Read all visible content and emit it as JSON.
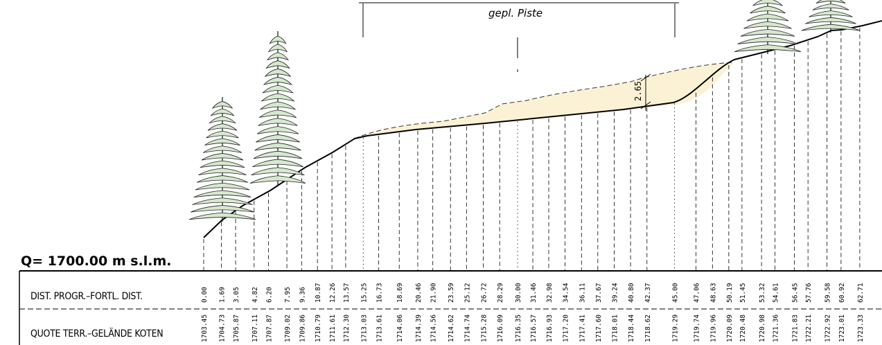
{
  "section": {
    "piste_label": "gepl. Piste",
    "height_label": "2.65"
  },
  "table": {
    "reference": "Q= 1700.00 m s.l.m.",
    "row1_label": "DIST. PROGR.–FORTL. DIST.",
    "row2_label": "QUOTE TERR.–GELÄNDE KOTEN"
  },
  "stations": [
    {
      "dist": "0.00",
      "elev": "1703.45"
    },
    {
      "dist": "1.69",
      "elev": "1704.73"
    },
    {
      "dist": "3.05",
      "elev": "1705.87"
    },
    {
      "dist": "4.82",
      "elev": "1707.11"
    },
    {
      "dist": "6.20",
      "elev": "1707.87"
    },
    {
      "dist": "7.95",
      "elev": "1709.02"
    },
    {
      "dist": "9.36",
      "elev": "1709.86"
    },
    {
      "dist": "10.87",
      "elev": "1710.79"
    },
    {
      "dist": "12.26",
      "elev": "1711.61"
    },
    {
      "dist": "13.57",
      "elev": "1712.30"
    },
    {
      "dist": "15.25",
      "elev": "1713.03"
    },
    {
      "dist": "16.73",
      "elev": "1713.61"
    },
    {
      "dist": "18.69",
      "elev": "1714.06"
    },
    {
      "dist": "20.46",
      "elev": "1714.39"
    },
    {
      "dist": "21.90",
      "elev": "1714.56"
    },
    {
      "dist": "23.59",
      "elev": "1714.62"
    },
    {
      "dist": "25.12",
      "elev": "1714.74"
    },
    {
      "dist": "26.72",
      "elev": "1715.28"
    },
    {
      "dist": "28.29",
      "elev": "1716.09"
    },
    {
      "dist": "30.00",
      "elev": "1716.35"
    },
    {
      "dist": "31.46",
      "elev": "1716.57"
    },
    {
      "dist": "32.98",
      "elev": "1716.93"
    },
    {
      "dist": "34.54",
      "elev": "1717.20"
    },
    {
      "dist": "36.11",
      "elev": "1717.41"
    },
    {
      "dist": "37.67",
      "elev": "1717.60"
    },
    {
      "dist": "39.24",
      "elev": "1718.01"
    },
    {
      "dist": "40.80",
      "elev": "1718.44"
    },
    {
      "dist": "42.37",
      "elev": "1718.62"
    },
    {
      "dist": "45.00",
      "elev": "1719.29"
    },
    {
      "dist": "47.06",
      "elev": "1719.74"
    },
    {
      "dist": "48.63",
      "elev": "1719.96"
    },
    {
      "dist": "50.19",
      "elev": "1720.09"
    },
    {
      "dist": "51.45",
      "elev": "1720.48"
    },
    {
      "dist": "53.32",
      "elev": "1720.98"
    },
    {
      "dist": "54.61",
      "elev": "1721.36"
    },
    {
      "dist": "56.45",
      "elev": "1721.83"
    },
    {
      "dist": "57.76",
      "elev": "1722.21"
    },
    {
      "dist": "59.58",
      "elev": "1722.92"
    },
    {
      "dist": "60.92",
      "elev": "1723.01"
    },
    {
      "dist": "62.71",
      "elev": "1723.33"
    }
  ],
  "colors": {
    "fill": "#fbf2d6",
    "tree_fill": "#d6e8cf",
    "line": "#000000"
  }
}
